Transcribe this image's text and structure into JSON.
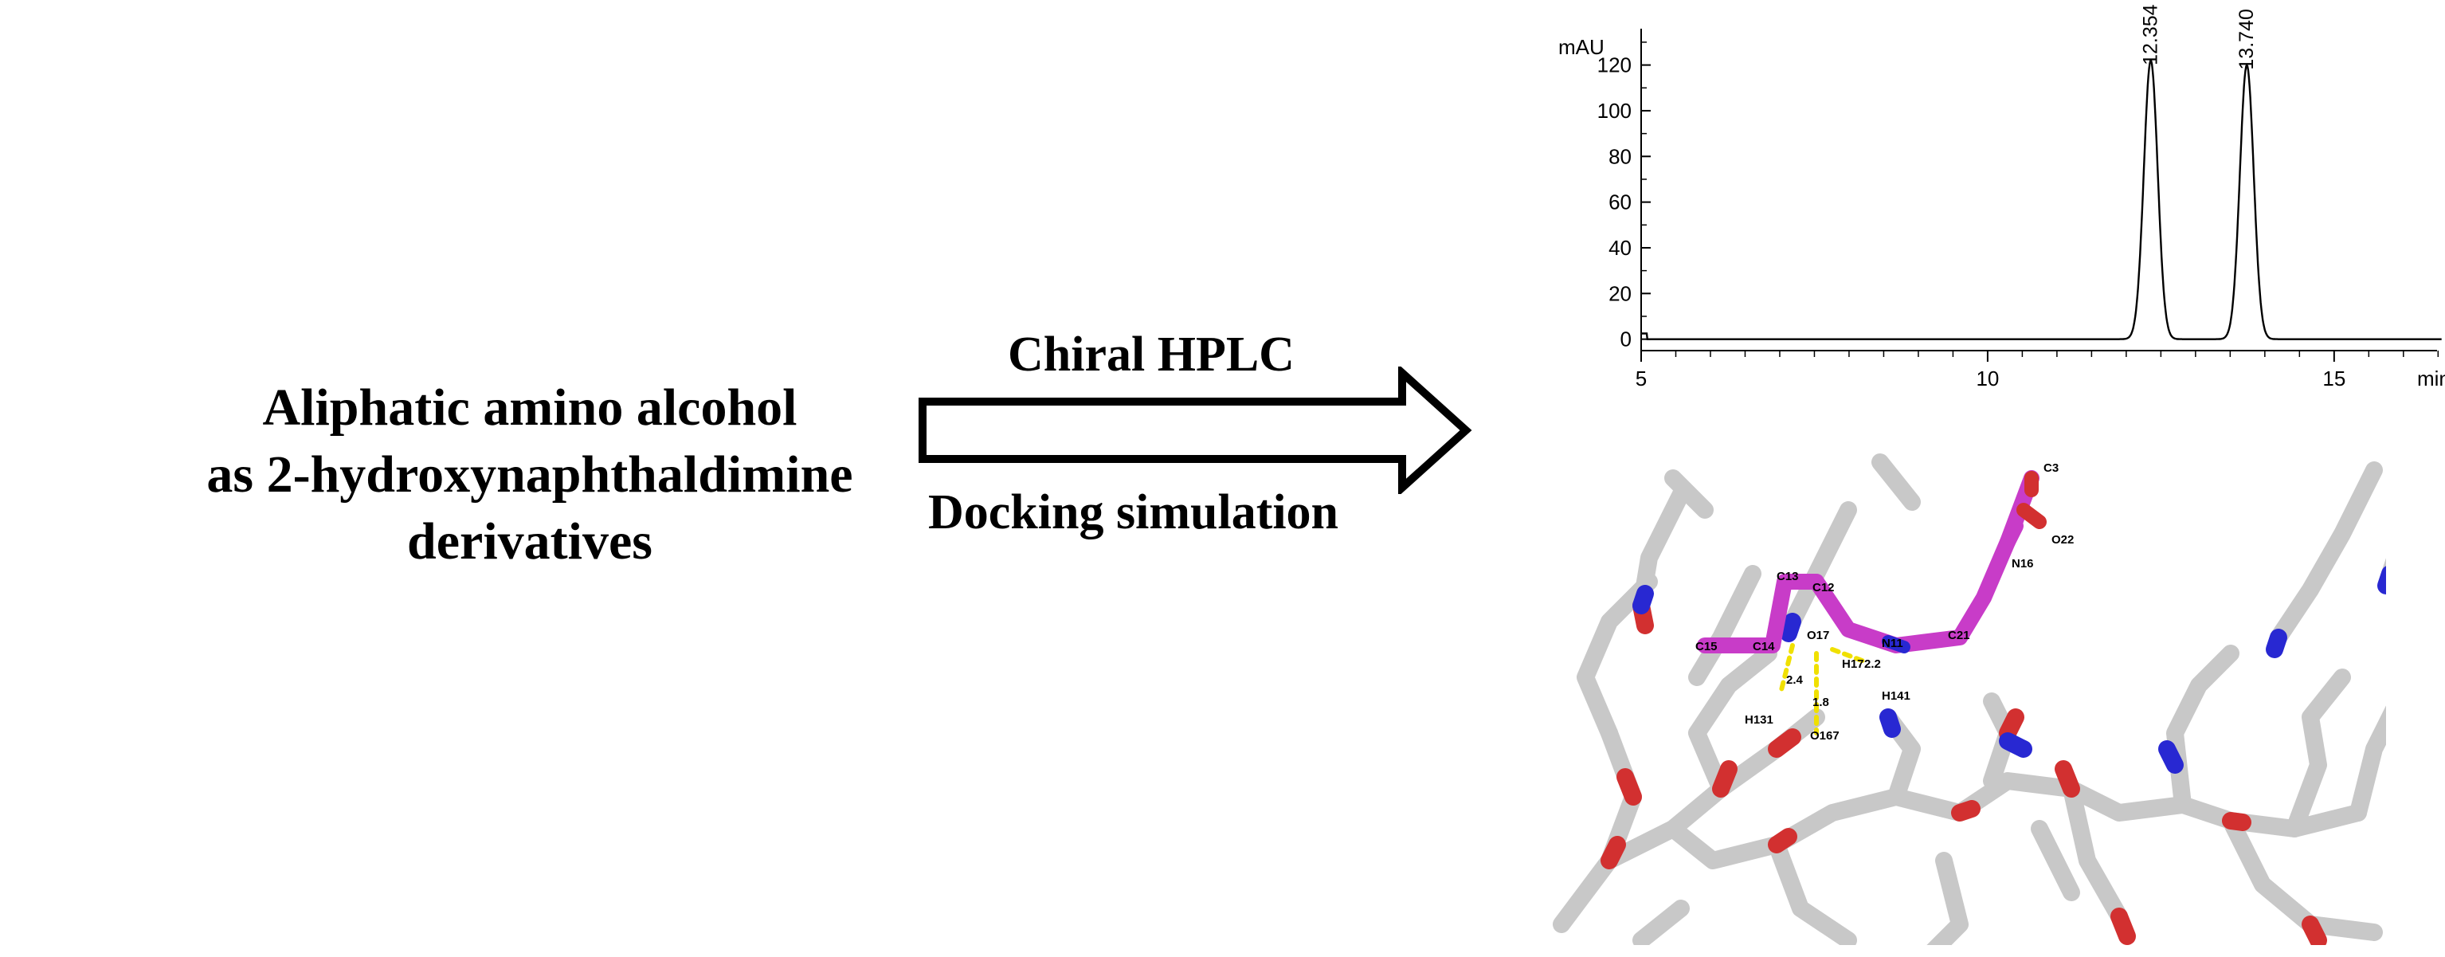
{
  "left_text": {
    "line1": "Aliphatic amino alcohol",
    "line2": "as 2-hydroxynaphthaldimine",
    "line3": "derivatives"
  },
  "arrow": {
    "top_label": "Chiral HPLC",
    "bottom_label": "Docking simulation"
  },
  "chart_data": {
    "type": "line",
    "ylabel": "mAU",
    "xlabel": "min",
    "xlim": [
      5,
      16.6
    ],
    "ylim": [
      -5,
      138
    ],
    "x_ticks": [
      "5",
      "10",
      "15"
    ],
    "y_ticks": [
      "0",
      "20",
      "40",
      "60",
      "80",
      "100",
      "120"
    ],
    "peaks": [
      {
        "x": 12.354,
        "y": 122,
        "label": "12.354"
      },
      {
        "x": 13.74,
        "y": 120,
        "label": "13.740"
      }
    ],
    "series": [
      {
        "values_desc": "baseline 0 with two gaussian peaks",
        "peaks": [
          12.354,
          13.74
        ]
      }
    ]
  },
  "docking": {
    "atom_labels": [
      "C3",
      "O22",
      "N16",
      "C13",
      "C12",
      "O17",
      "N11",
      "C21",
      "C15",
      "C14",
      "H17",
      "2.2",
      "2.4",
      "1.8",
      "H141",
      "H131",
      "O167"
    ],
    "colors": {
      "ligand": "#c83cc8",
      "carbon": "#c8c8c8",
      "oxygen": "#d23030",
      "nitrogen": "#2828d2",
      "hbond": "#f0e000"
    }
  }
}
